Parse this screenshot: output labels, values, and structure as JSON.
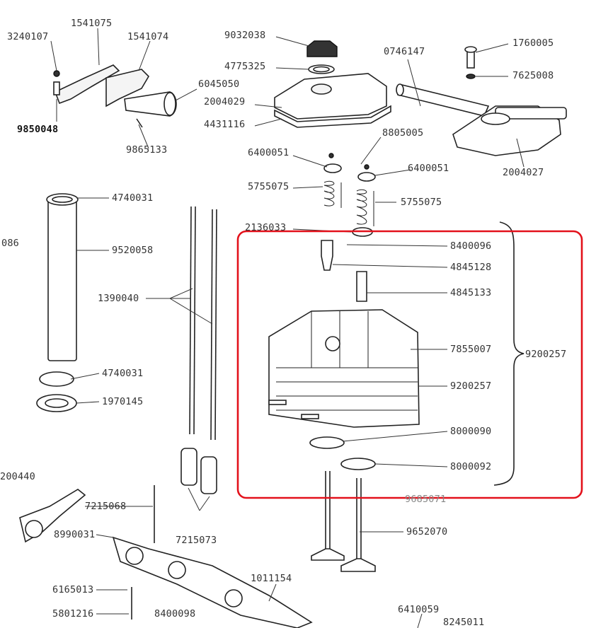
{
  "diagram": {
    "highlight_color": "#e3111b",
    "labels": [
      "3240107",
      "1541075",
      "1541074",
      "6045050",
      "9850048",
      "9865133",
      "9032038",
      "4775325",
      "2004029",
      "4431116",
      "0746147",
      "1760005",
      "7625008",
      "2004027",
      "8805005",
      "6400051",
      "6400051",
      "5755075",
      "5755075",
      "2136033",
      "4740031",
      "086",
      "9520058",
      "1390040",
      "4740031",
      "1970145",
      "8400096",
      "4845128",
      "4845133",
      "7855007",
      "9200257",
      "9200257",
      "8000090",
      "8000092",
      "9685071",
      "200440",
      "7215068",
      "8990031",
      "7215073",
      "9652070",
      "6165013",
      "5801216",
      "8400098",
      "1011154",
      "6410059",
      "8245011"
    ]
  }
}
